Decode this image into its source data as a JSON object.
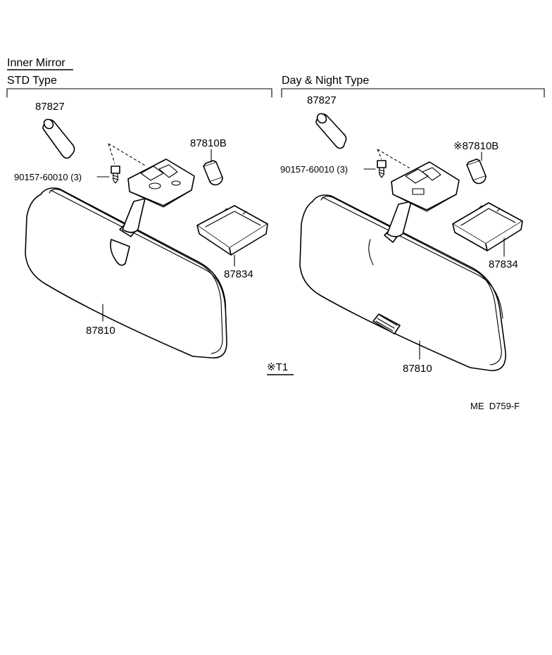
{
  "section_title": "Inner Mirror",
  "left_group": {
    "title": "STD Type",
    "labels": {
      "cap": "87827",
      "screw": "90157-60010 (3)",
      "bulb": "87810B",
      "lens": "87834",
      "mirror": "87810"
    }
  },
  "right_group": {
    "title": "Day & Night Type",
    "labels": {
      "cap": "87827",
      "screw": "90157-60010 (3)",
      "bulb": "※87810B",
      "lens": "87834",
      "mirror": "87810"
    }
  },
  "note": "※T1",
  "diagram_code": "ME  D759-F"
}
